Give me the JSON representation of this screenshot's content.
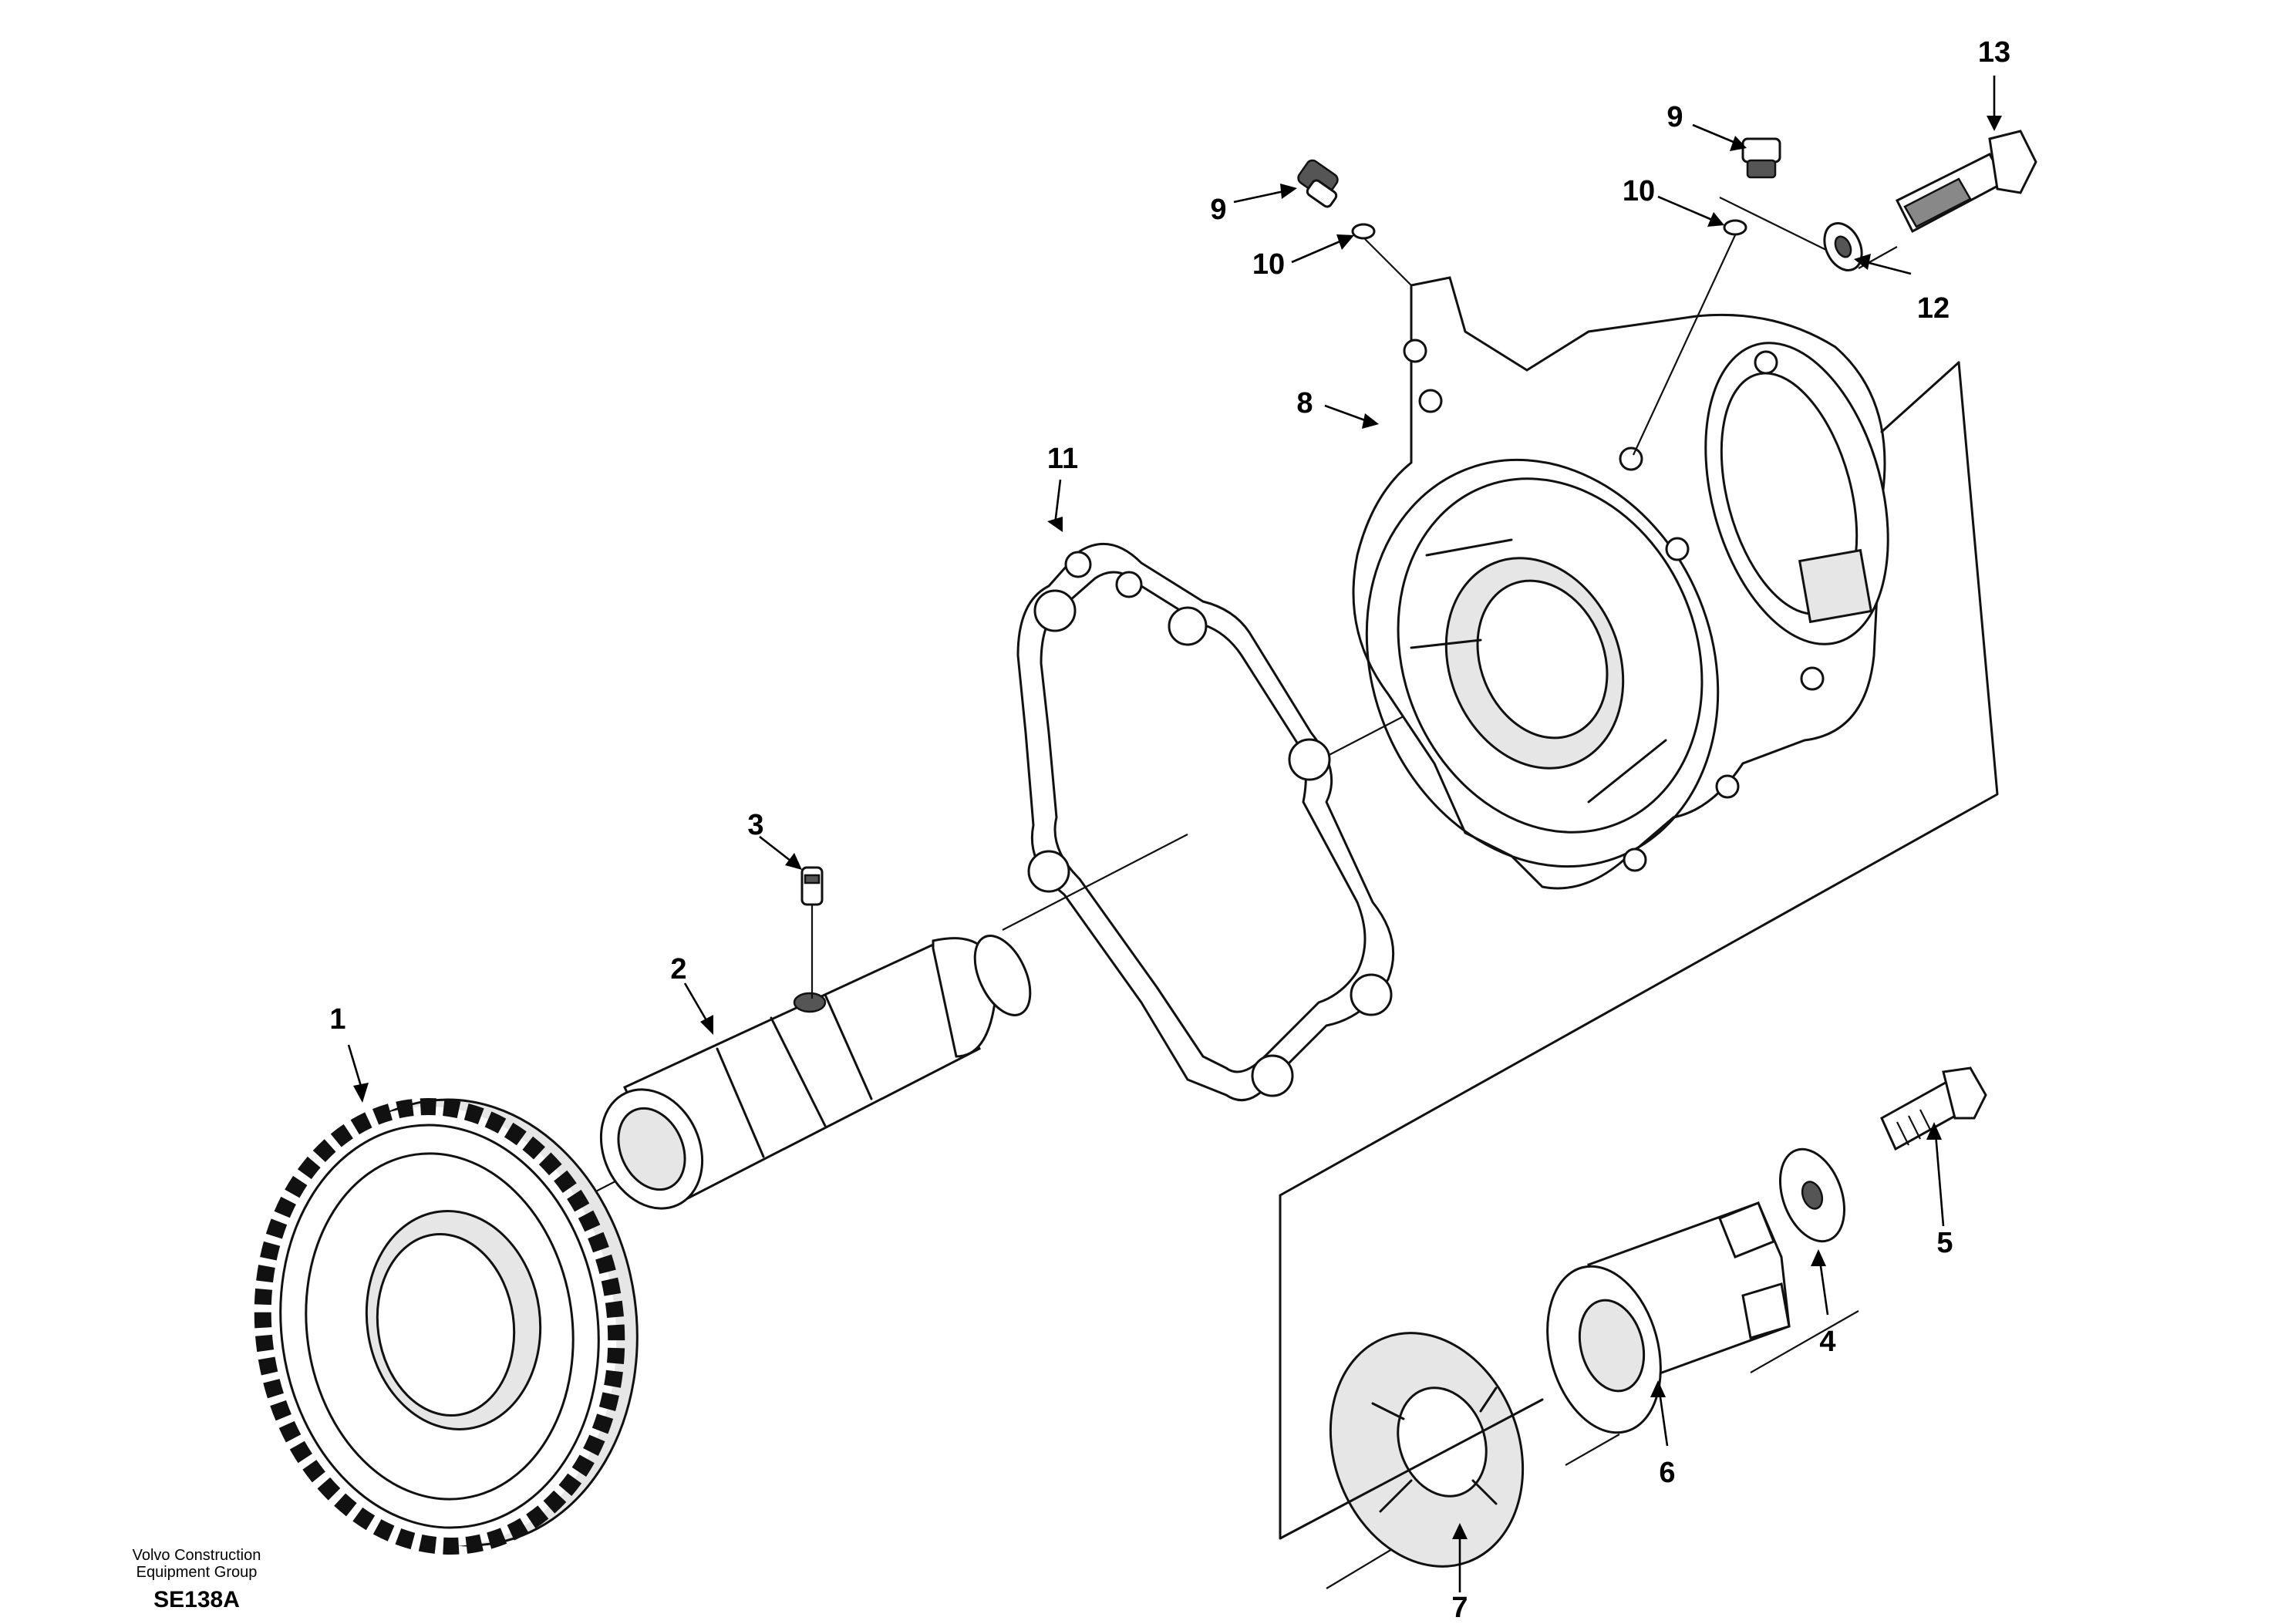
{
  "callouts": [
    {
      "id": "1",
      "label": "1"
    },
    {
      "id": "2",
      "label": "2"
    },
    {
      "id": "3",
      "label": "3"
    },
    {
      "id": "4",
      "label": "4"
    },
    {
      "id": "5",
      "label": "5"
    },
    {
      "id": "6",
      "label": "6"
    },
    {
      "id": "7",
      "label": "7"
    },
    {
      "id": "8",
      "label": "8"
    },
    {
      "id": "9a",
      "label": "9"
    },
    {
      "id": "9b",
      "label": "9"
    },
    {
      "id": "10a",
      "label": "10"
    },
    {
      "id": "10b",
      "label": "10"
    },
    {
      "id": "11",
      "label": "11"
    },
    {
      "id": "12",
      "label": "12"
    },
    {
      "id": "13",
      "label": "13"
    }
  ],
  "footer": {
    "org_line1": "Volvo Construction",
    "org_line2": "Equipment Group",
    "code": "SE138A"
  }
}
